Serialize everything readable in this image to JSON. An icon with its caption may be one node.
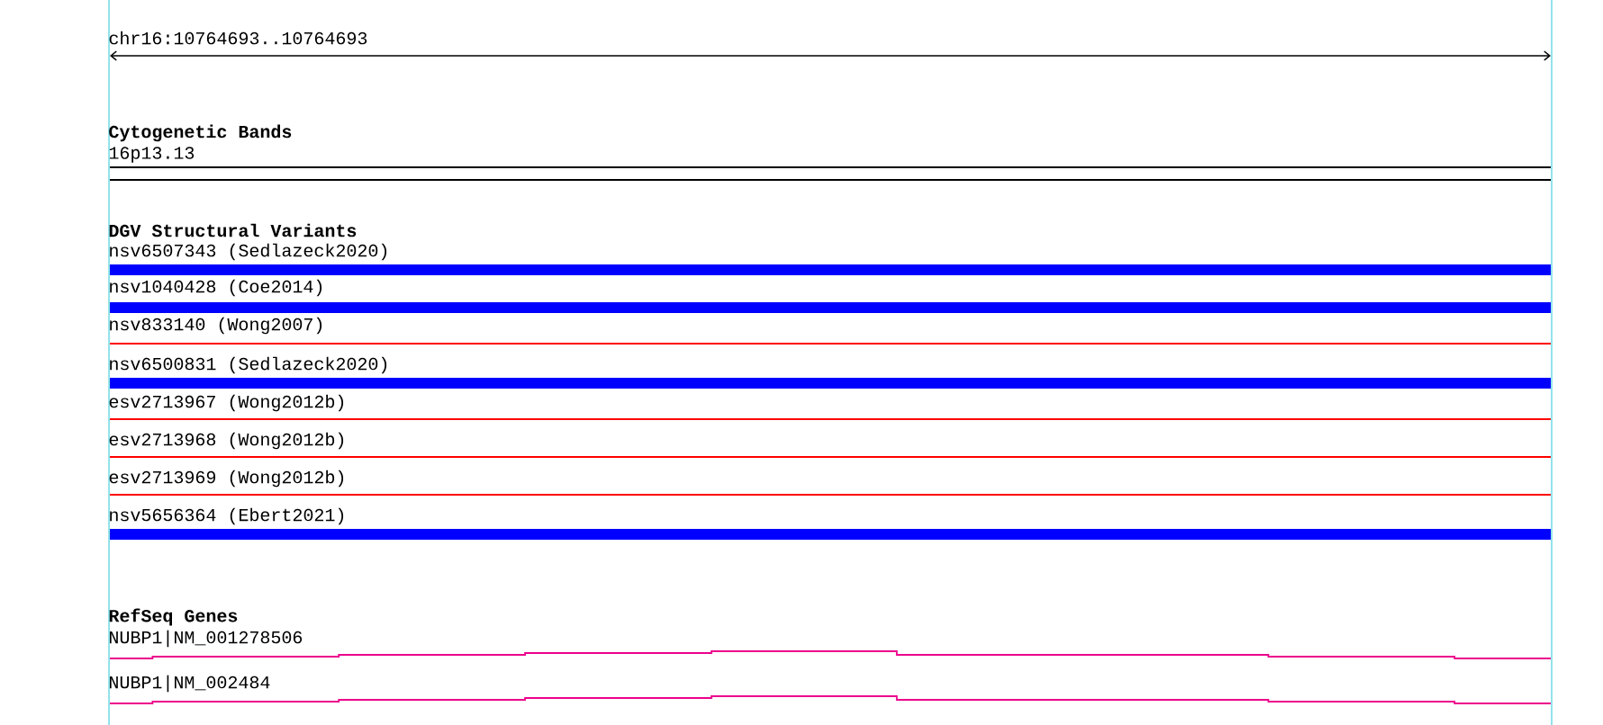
{
  "diagram": {
    "labels": [
      "chr16:10764693..10764693",
      "Cytogenetic Bands",
      "16p13.13",
      "DGV Structural Variants",
      "nsv6507343 (Sedlazeck2020)",
      "nsv1040428 (Coe2014)",
      "nsv833140 (Wong2007)",
      "nsv6500831 (Sedlazeck2020)",
      "esv2713967 (Wong2012b)",
      "esv2713968 (Wong2012b)",
      "esv2713969 (Wong2012b)",
      "nsv5656364 (Ebert2021)",
      "RefSeq Genes",
      "NUBP1|NM_001278506",
      "NUBP1|NM_002484"
    ]
  }
}
